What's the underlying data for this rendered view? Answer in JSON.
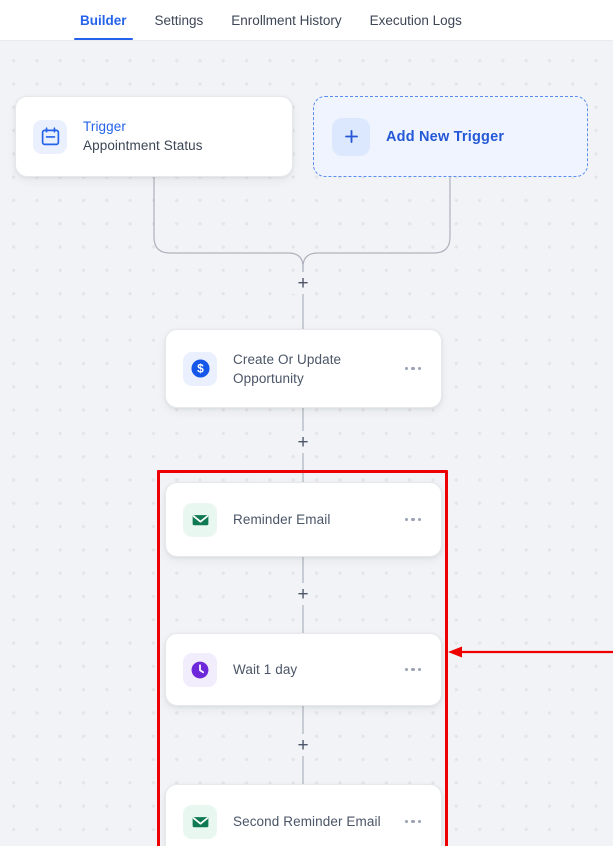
{
  "tabs": [
    {
      "label": "Builder",
      "active": true
    },
    {
      "label": "Settings",
      "active": false
    },
    {
      "label": "Enrollment History",
      "active": false
    },
    {
      "label": "Execution Logs",
      "active": false
    }
  ],
  "trigger_card": {
    "label": "Trigger",
    "name": "Appointment Status",
    "icon": "calendar-icon"
  },
  "add_trigger": {
    "label": "Add New Trigger",
    "icon": "plus-icon"
  },
  "nodes": [
    {
      "title": "Create Or Update Opportunity",
      "icon": "dollar-circle-icon",
      "menu": "more-options"
    },
    {
      "title": "Reminder Email",
      "icon": "email-icon",
      "menu": "more-options"
    },
    {
      "title": "Wait 1 day",
      "icon": "clock-icon",
      "menu": "more-options"
    },
    {
      "title": "Second Reminder Email",
      "icon": "email-icon",
      "menu": "more-options"
    }
  ],
  "add_step_buttons": [
    {
      "label": "+"
    },
    {
      "label": "+"
    },
    {
      "label": "+"
    },
    {
      "label": "+"
    }
  ],
  "annotation": {
    "highlight_color": "#ee0000",
    "arrow_direction": "left",
    "targets": "Reminder Email, Wait 1 day, Second Reminder Email"
  },
  "colors": {
    "accent_blue": "#2563eb",
    "canvas_bg": "#f1f3f6",
    "grid_dot": "#e4e5e7",
    "email_green": "#0f7a52",
    "wait_purple": "#6d28d9",
    "annotation_red": "#ee0000"
  }
}
